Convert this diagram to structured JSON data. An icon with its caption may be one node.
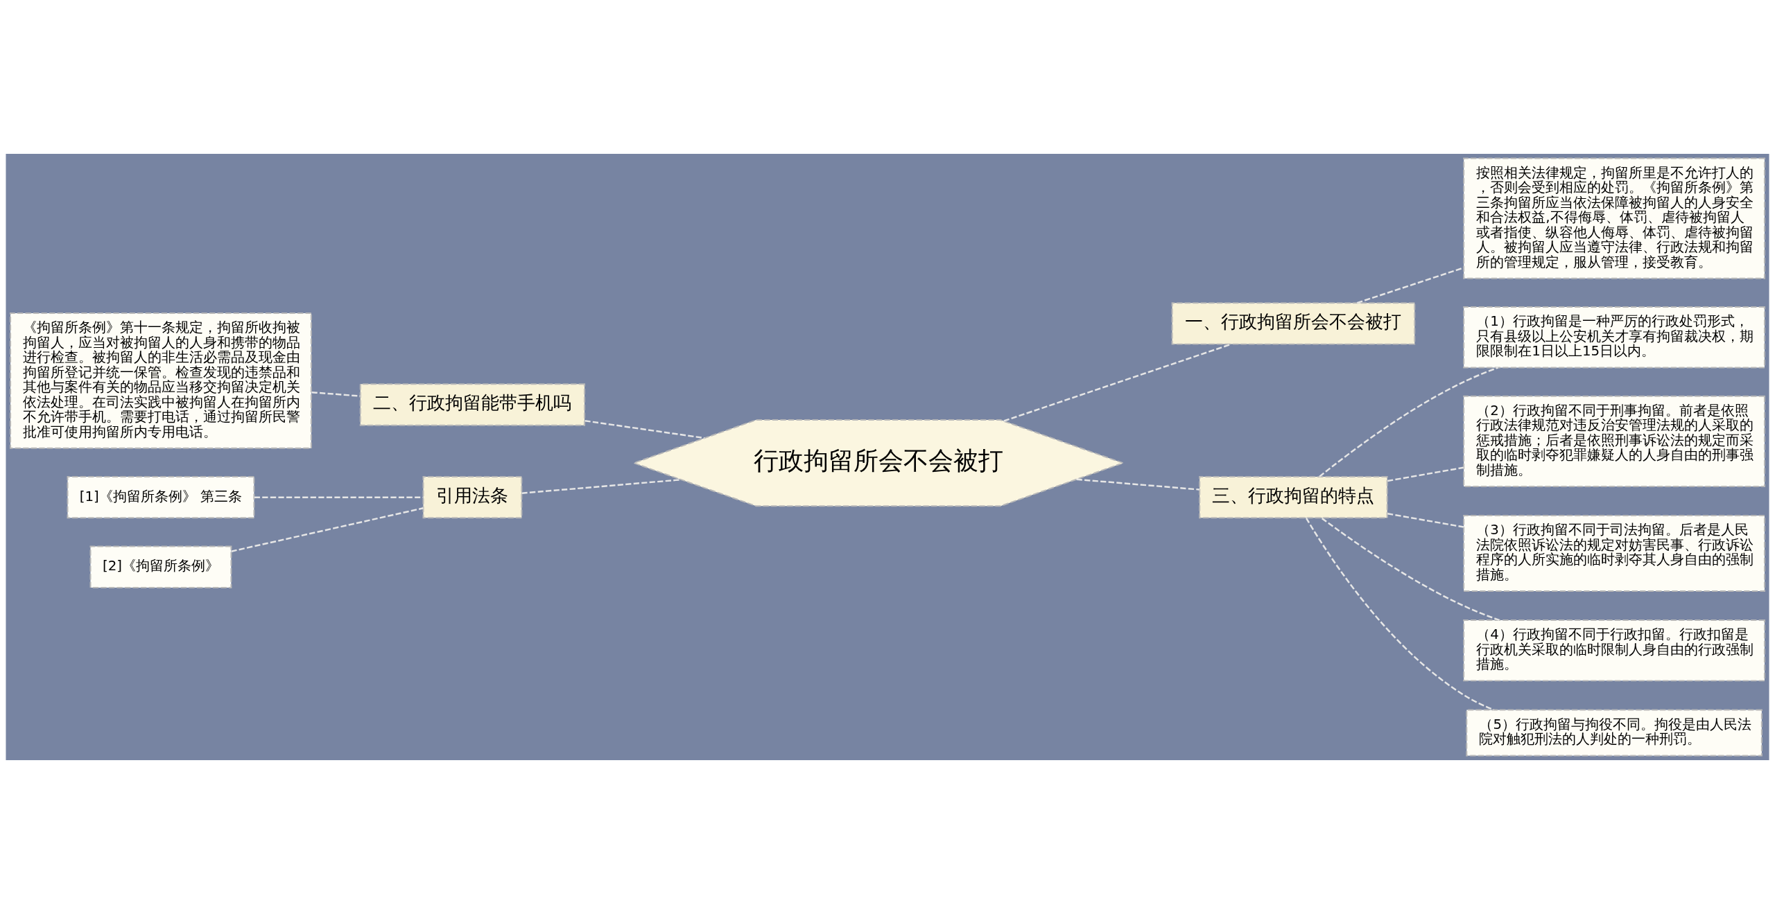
{
  "diagram": {
    "nodes": [
      {
        "text": [
          "行政拘留所会不会被打"
        ]
      },
      {
        "text": [
          "一、行政拘留所会不会被打"
        ]
      },
      {
        "text": [
          "按照相关法律规定，拘留所里是不允许打人的，否则会受到相应的处罚。《拘留所条例》第三条拘留所应当依法保障被拘留人的人身安全和合法权益,不得侮辱、体罚、虐待被拘留人或者指使、纵容他人侮辱、体罚、虐待被拘留人。被拘留人应当遵守法律、行政法规和拘留所的管理规定，服从管理，接受教育。"
        ]
      },
      {
        "text": [
          "三、行政拘留的特点"
        ]
      },
      {
        "text": [
          "（1）行政拘留是一种严厉的行政处罚形式，只有县级以上公安机关才享有拘留裁决权，期限限制在1日以上15日以内。"
        ]
      },
      {
        "text": [
          "（2）行政拘留不同于刑事拘留。前者是依照行政法律规范对违反治安管理法规的人采取的惩戒措施；后者是依照刑事诉讼法的规定而采取的临时剥夺犯罪嫌疑人的人身自由的刑事强制措施。"
        ]
      },
      {
        "text": [
          "（3）行政拘留不同于司法拘留。后者是人民法院依照诉讼法的规定对妨害民事、行政诉讼程序的人所实施的临时剥夺其人身自由的强制措施。"
        ]
      },
      {
        "text": [
          "（4）行政拘留不同于行政扣留。行政扣留是行政机关采取的临时限制人身自由的行政强制措施。"
        ]
      },
      {
        "text": [
          "（5）行政拘留与拘役不同。拘役是由人民法院对触犯刑法的人判处的一种刑罚。"
        ]
      },
      {
        "text": [
          "二、行政拘留能带手机吗"
        ]
      },
      {
        "text": [
          "《拘留所条例》第十一条规定，拘留所收拘被拘留人，应当对被拘留人的人身和携带的物品进行检查。被拘留人的非生活必需品及现金由拘留所登记并统一保管。检查发现的违禁品和其他与案件有关的物品应当移交拘留决定机关依法处理。在司法实践中被拘留人在拘留所内不允许带手机。需要打电话，通过拘留所民警批准可使用拘留所内专用电话。"
        ]
      },
      {
        "text": [
          "引用法条"
        ]
      },
      {
        "text": [
          "[1]《拘留所条例》 第三条"
        ]
      },
      {
        "text": [
          "[2]《拘留所条例》"
        ]
      }
    ],
    "edges": [
      {
        "from": 0,
        "to": 1,
        "arrow": "none"
      },
      {
        "from": 1,
        "to": 2,
        "arrow": "none"
      },
      {
        "from": 0,
        "to": 3,
        "arrow": "none"
      },
      {
        "from": 3,
        "to": 4,
        "arrow": "none"
      },
      {
        "from": 3,
        "to": 5,
        "arrow": "none"
      },
      {
        "from": 3,
        "to": 6,
        "arrow": "none"
      },
      {
        "from": 3,
        "to": 7,
        "arrow": "none"
      },
      {
        "from": 3,
        "to": 8,
        "arrow": "none"
      },
      {
        "from": 0,
        "to": 9,
        "arrow": "none"
      },
      {
        "from": 9,
        "to": 10,
        "arrow": "none"
      },
      {
        "from": 0,
        "to": 11,
        "arrow": "none"
      },
      {
        "from": 11,
        "to": 12,
        "arrow": "none"
      },
      {
        "from": 11,
        "to": 13,
        "arrow": "none"
      }
    ]
  }
}
